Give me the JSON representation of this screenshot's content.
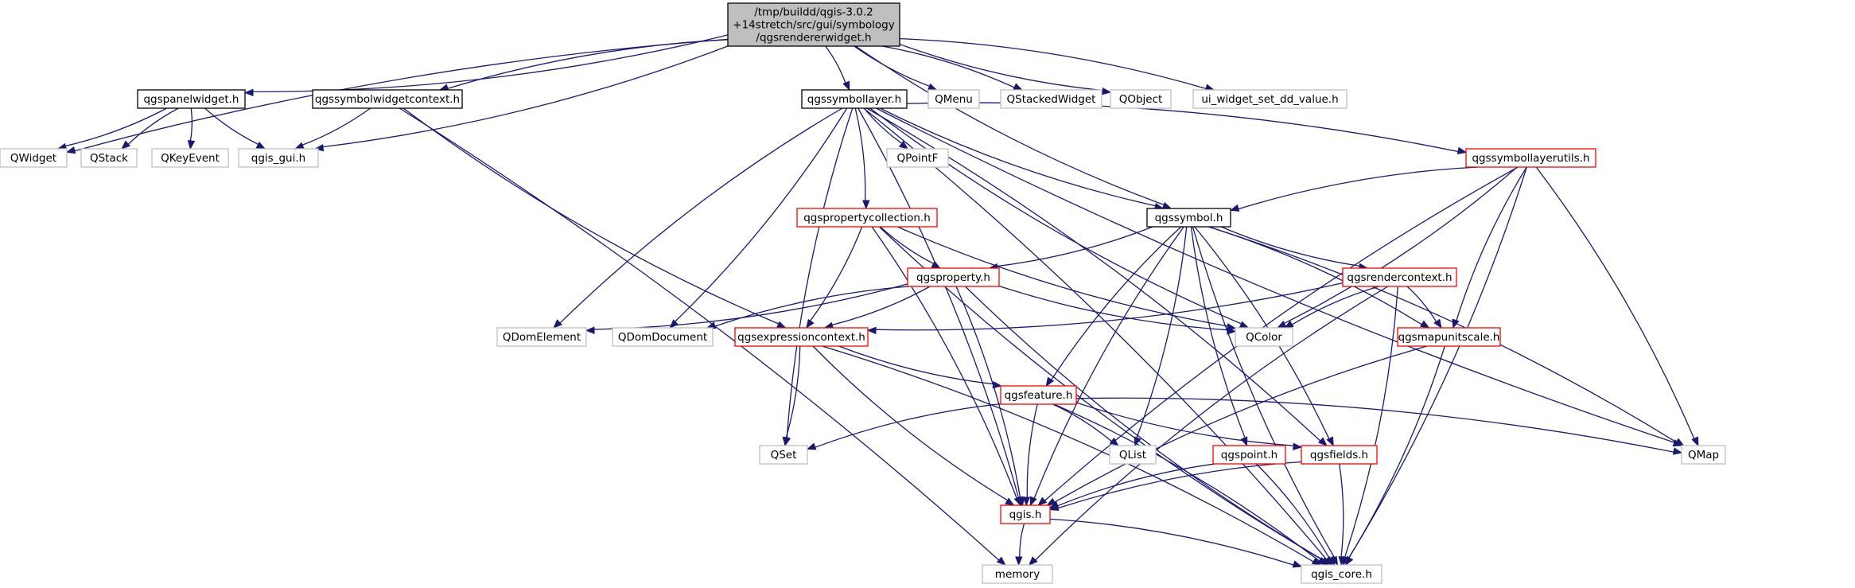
{
  "colors": {
    "edge": "#191970",
    "root_fill": "#bfbfbf",
    "documented_border": "#000000",
    "undocumented_border": "#bfbfbf",
    "truncated_border": "#ff0000",
    "node_fill": "#ffffff",
    "external_text": "#000000"
  },
  "nodes": [
    {
      "id": "root",
      "lines": [
        "/tmp/buildd/qgis-3.0.2",
        "+14stretch/src/gui/symbology",
        "/qgsrendererwidget.h"
      ],
      "kind": "root"
    },
    {
      "id": "qgspanelwidget",
      "lines": [
        "qgspanelwidget.h"
      ],
      "kind": "doc"
    },
    {
      "id": "qgssymbolwidgetcontext",
      "lines": [
        "qgssymbolwidgetcontext.h"
      ],
      "kind": "doc"
    },
    {
      "id": "qgssymbollayer",
      "lines": [
        "qgssymbollayer.h"
      ],
      "kind": "doc"
    },
    {
      "id": "QMenu",
      "lines": [
        "QMenu"
      ],
      "kind": "ext"
    },
    {
      "id": "QStackedWidget",
      "lines": [
        "QStackedWidget"
      ],
      "kind": "ext"
    },
    {
      "id": "QObject",
      "lines": [
        "QObject"
      ],
      "kind": "ext"
    },
    {
      "id": "ui_widget_set_dd_value",
      "lines": [
        "ui_widget_set_dd_value.h"
      ],
      "kind": "ext"
    },
    {
      "id": "QWidget",
      "lines": [
        "QWidget"
      ],
      "kind": "ext"
    },
    {
      "id": "QStack",
      "lines": [
        "QStack"
      ],
      "kind": "ext"
    },
    {
      "id": "QKeyEvent",
      "lines": [
        "QKeyEvent"
      ],
      "kind": "ext"
    },
    {
      "id": "qgis_gui",
      "lines": [
        "qgis_gui.h"
      ],
      "kind": "ext"
    },
    {
      "id": "QPointF",
      "lines": [
        "QPointF"
      ],
      "kind": "ext"
    },
    {
      "id": "qgssymbollayerutils",
      "lines": [
        "qgssymbollayerutils.h"
      ],
      "kind": "trunc"
    },
    {
      "id": "qgspropertycollection",
      "lines": [
        "qgspropertycollection.h"
      ],
      "kind": "trunc"
    },
    {
      "id": "qgssymbol",
      "lines": [
        "qgssymbol.h"
      ],
      "kind": "doc"
    },
    {
      "id": "qgsproperty",
      "lines": [
        "qgsproperty.h"
      ],
      "kind": "trunc"
    },
    {
      "id": "qgsrendercontext",
      "lines": [
        "qgsrendercontext.h"
      ],
      "kind": "trunc"
    },
    {
      "id": "QDomElement",
      "lines": [
        "QDomElement"
      ],
      "kind": "ext"
    },
    {
      "id": "QDomDocument",
      "lines": [
        "QDomDocument"
      ],
      "kind": "ext"
    },
    {
      "id": "qgsexpressioncontext",
      "lines": [
        "qgsexpressioncontext.h"
      ],
      "kind": "trunc"
    },
    {
      "id": "QColor",
      "lines": [
        "QColor"
      ],
      "kind": "ext"
    },
    {
      "id": "qgsmapunitscale",
      "lines": [
        "qgsmapunitscale.h"
      ],
      "kind": "trunc"
    },
    {
      "id": "qgsfeature",
      "lines": [
        "qgsfeature.h"
      ],
      "kind": "trunc"
    },
    {
      "id": "QSet",
      "lines": [
        "QSet"
      ],
      "kind": "ext"
    },
    {
      "id": "QList",
      "lines": [
        "QList"
      ],
      "kind": "ext"
    },
    {
      "id": "qgspoint",
      "lines": [
        "qgspoint.h"
      ],
      "kind": "trunc"
    },
    {
      "id": "qgsfields",
      "lines": [
        "qgsfields.h"
      ],
      "kind": "trunc"
    },
    {
      "id": "QMap",
      "lines": [
        "QMap"
      ],
      "kind": "ext"
    },
    {
      "id": "qgis",
      "lines": [
        "qgis.h"
      ],
      "kind": "trunc"
    },
    {
      "id": "memory",
      "lines": [
        "memory"
      ],
      "kind": "ext"
    },
    {
      "id": "qgis_core",
      "lines": [
        "qgis_core.h"
      ],
      "kind": "ext"
    }
  ],
  "edges": [
    [
      "root",
      "qgspanelwidget"
    ],
    [
      "root",
      "qgssymbolwidgetcontext"
    ],
    [
      "root",
      "qgssymbollayer"
    ],
    [
      "root",
      "QMenu"
    ],
    [
      "root",
      "QStackedWidget"
    ],
    [
      "root",
      "QObject"
    ],
    [
      "root",
      "ui_widget_set_dd_value"
    ],
    [
      "root",
      "QWidget"
    ],
    [
      "root",
      "qgis_gui"
    ],
    [
      "root",
      "qgssymbol"
    ],
    [
      "qgspanelwidget",
      "QWidget"
    ],
    [
      "qgspanelwidget",
      "QStack"
    ],
    [
      "qgspanelwidget",
      "QKeyEvent"
    ],
    [
      "qgspanelwidget",
      "qgis_gui"
    ],
    [
      "qgssymbolwidgetcontext",
      "qgis_gui"
    ],
    [
      "qgssymbolwidgetcontext",
      "qgsexpressioncontext"
    ],
    [
      "qgssymbolwidgetcontext",
      "memory"
    ],
    [
      "qgssymbollayer",
      "QPointF"
    ],
    [
      "qgssymbollayer",
      "qgspropertycollection"
    ],
    [
      "qgssymbollayer",
      "qgssymbol"
    ],
    [
      "qgssymbollayer",
      "qgssymbollayerutils"
    ],
    [
      "qgssymbollayer",
      "QDomElement"
    ],
    [
      "qgssymbollayer",
      "QDomDocument"
    ],
    [
      "qgssymbollayer",
      "QSet"
    ],
    [
      "qgssymbollayer",
      "qgis"
    ],
    [
      "qgssymbollayer",
      "QColor"
    ],
    [
      "qgssymbollayer",
      "qgsfields"
    ],
    [
      "qgssymbollayer",
      "QMap"
    ],
    [
      "qgssymbollayer",
      "qgis_core"
    ],
    [
      "qgssymbollayerutils",
      "qgssymbol"
    ],
    [
      "qgssymbollayerutils",
      "QColor"
    ],
    [
      "qgssymbollayerutils",
      "qgsmapunitscale"
    ],
    [
      "qgssymbollayerutils",
      "QMap"
    ],
    [
      "qgssymbollayerutils",
      "qgis"
    ],
    [
      "qgssymbollayerutils",
      "qgis_core"
    ],
    [
      "qgspropertycollection",
      "qgsproperty"
    ],
    [
      "qgspropertycollection",
      "qgsexpressioncontext"
    ],
    [
      "qgspropertycollection",
      "QColor"
    ],
    [
      "qgspropertycollection",
      "qgis"
    ],
    [
      "qgspropertycollection",
      "qgis_core"
    ],
    [
      "qgssymbol",
      "qgsproperty"
    ],
    [
      "qgssymbol",
      "qgsrendercontext"
    ],
    [
      "qgssymbol",
      "qgsmapunitscale"
    ],
    [
      "qgssymbol",
      "qgsfeature"
    ],
    [
      "qgssymbol",
      "QList"
    ],
    [
      "qgssymbol",
      "qgspoint"
    ],
    [
      "qgssymbol",
      "qgsfields"
    ],
    [
      "qgssymbol",
      "qgis"
    ],
    [
      "qgssymbol",
      "QMap"
    ],
    [
      "qgssymbol",
      "qgis_core"
    ],
    [
      "qgsproperty",
      "QDomElement"
    ],
    [
      "qgsproperty",
      "QDomDocument"
    ],
    [
      "qgsproperty",
      "qgsexpressioncontext"
    ],
    [
      "qgsproperty",
      "QColor"
    ],
    [
      "qgsproperty",
      "qgis"
    ],
    [
      "qgsproperty",
      "qgis_core"
    ],
    [
      "qgsrendercontext",
      "qgsexpressioncontext"
    ],
    [
      "qgsrendercontext",
      "QColor"
    ],
    [
      "qgsrendercontext",
      "qgsmapunitscale"
    ],
    [
      "qgsrendercontext",
      "memory"
    ],
    [
      "qgsrendercontext",
      "qgis_core"
    ],
    [
      "qgsexpressioncontext",
      "qgsfeature"
    ],
    [
      "qgsexpressioncontext",
      "QSet"
    ],
    [
      "qgsexpressioncontext",
      "qgis"
    ],
    [
      "qgsexpressioncontext",
      "qgis_core"
    ],
    [
      "qgsmapunitscale",
      "qgis"
    ],
    [
      "qgsmapunitscale",
      "qgis_core"
    ],
    [
      "qgsfeature",
      "QSet"
    ],
    [
      "qgsfeature",
      "QList"
    ],
    [
      "qgsfeature",
      "qgsfields"
    ],
    [
      "qgsfeature",
      "QMap"
    ],
    [
      "qgsfeature",
      "qgis"
    ],
    [
      "qgsfeature",
      "qgis_core"
    ],
    [
      "qgspoint",
      "qgis"
    ],
    [
      "qgspoint",
      "qgis_core"
    ],
    [
      "qgsfields",
      "qgis"
    ],
    [
      "qgsfields",
      "qgis_core"
    ],
    [
      "qgis",
      "memory"
    ],
    [
      "qgis",
      "qgis_core"
    ]
  ]
}
